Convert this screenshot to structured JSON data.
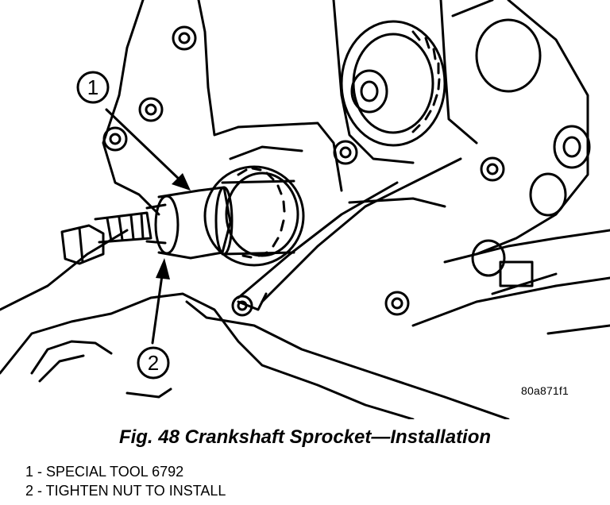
{
  "callouts": [
    {
      "number": "1"
    },
    {
      "number": "2"
    }
  ],
  "reference_code": "80a871f1",
  "caption": "Fig. 48 Crankshaft Sprocket—Installation",
  "legend": [
    {
      "text": "1 - SPECIAL TOOL 6792"
    },
    {
      "text": "2 - TIGHTEN NUT TO INSTALL"
    }
  ],
  "colors": {
    "ink": "#000000",
    "paper": "#ffffff"
  }
}
